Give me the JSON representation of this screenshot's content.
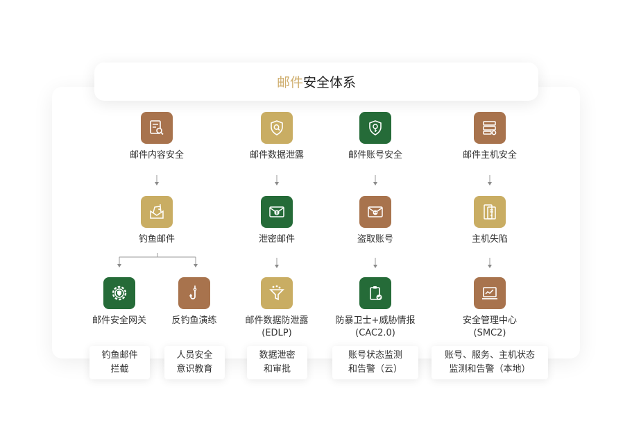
{
  "title": {
    "accent": "邮件",
    "rest": "安全体系"
  },
  "row1": [
    "邮件内容安全",
    "邮件数据泄露",
    "邮件账号安全",
    "邮件主机安全"
  ],
  "row2": [
    "钓鱼邮件",
    "泄密邮件",
    "盗取账号",
    "主机失陷"
  ],
  "row3": [
    "邮件安全网关",
    "反钓鱼演练",
    "邮件数据防泄露\n(EDLP)",
    "防暴卫士+威胁情报\n(CAC2.0)",
    "安全管理中心\n(SMC2)"
  ],
  "descriptions": [
    "钓鱼邮件\n拦截",
    "人员安全\n意识教育",
    "数据泄密\n和审批",
    "账号状态监测\n和告警（云）",
    "账号、服务、主机状态\n监测和告警（本地）"
  ],
  "colors": {
    "brown": "#a8734d",
    "gold": "#c9ad63",
    "green": "#256b38",
    "accent": "#cfae6e"
  },
  "icons": {
    "row1": [
      "doc-search-icon",
      "shield-search-icon",
      "shield-key-icon",
      "server-gear-icon"
    ],
    "row2": [
      "hook-envelope-icon",
      "alert-envelope-icon",
      "skull-envelope-icon",
      "server-compromised-icon"
    ],
    "row3": [
      "gear-shield-icon",
      "fishing-hook-icon",
      "funnel-icon",
      "clipboard-check-icon",
      "monitor-chart-icon"
    ]
  }
}
